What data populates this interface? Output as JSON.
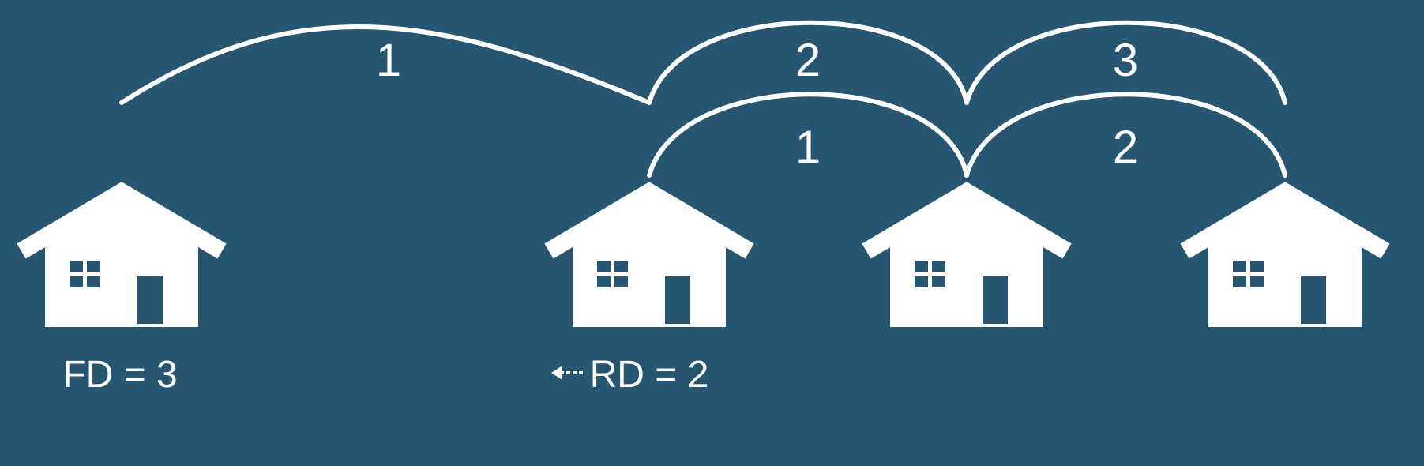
{
  "colors": {
    "background": "#265671",
    "foreground": "#ffffff"
  },
  "houses": [
    {
      "id": "house-1",
      "label": "FD = 3",
      "arrow": false
    },
    {
      "id": "house-2",
      "label": "RD = 2",
      "arrow": true,
      "arrow_icon": "left-arrow-icon"
    },
    {
      "id": "house-3",
      "label": "",
      "arrow": false
    },
    {
      "id": "house-4",
      "label": "",
      "arrow": false
    }
  ],
  "arcs": {
    "upper": [
      {
        "from": "house-1",
        "to": "house-2",
        "label": "1"
      },
      {
        "from": "house-2",
        "to": "house-3",
        "label": "2"
      },
      {
        "from": "house-3",
        "to": "house-4",
        "label": "3"
      }
    ],
    "lower": [
      {
        "from": "house-2",
        "to": "house-3",
        "label": "1"
      },
      {
        "from": "house-3",
        "to": "house-4",
        "label": "2"
      }
    ]
  }
}
